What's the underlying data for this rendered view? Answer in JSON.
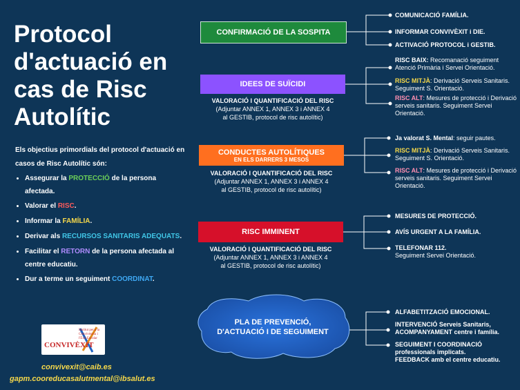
{
  "title": "Protocol d'actuació en cas de Risc Autolític",
  "objectives": {
    "intro": "Els objectius primordials del protocol d'actuació en casos de Risc Autolític són:",
    "items": [
      {
        "pre": "Assegurar la ",
        "hl": "PROTECCIÓ",
        "post": " de la persona",
        "line2": "afectada."
      },
      {
        "pre": "Valorar el ",
        "hl": "RISC",
        "post": ".",
        "line2": ""
      },
      {
        "pre": "Informar la ",
        "hl": "FAMÍLIA",
        "post": ".",
        "line2": ""
      },
      {
        "pre": "Derivar als ",
        "hl": "RECURSOS SANITARIS ADEQUATS",
        "post": ".",
        "line2": ""
      },
      {
        "pre": "Facilitar el ",
        "hl": "RETORN",
        "post": " de la persona afectada al",
        "line2": "centre educatiu."
      },
      {
        "pre": "Dur a terme  un seguiment ",
        "hl": "COORDINAT",
        "post": ".",
        "line2": ""
      }
    ]
  },
  "logo": {
    "word": "CONVIVÈXIT",
    "sub": "Institut per a la Convivència i l'Èxit Escolar"
  },
  "emails": [
    "convivexit@caib.es",
    "gapm.cooreducasalutmental@ibsalut.es"
  ],
  "valoracio": {
    "title": "VALORACIÓ I QUANTIFICACIÓ DEL RISC",
    "line1": "(Adjuntar ANNEX 1, ANNEX 3 i ANNEX 4",
    "line2": "al GESTIB, protocol de risc autolític)"
  },
  "sections": {
    "sospita": {
      "label": "CONFIRMACIÓ DE LA SOSPITA",
      "items": [
        "COMUNICACIÓ FAMÍLIA.",
        "INFORMAR CONVIVÈXIT i DIE.",
        "ACTIVACIÓ PROTOCOL i GESTIB."
      ]
    },
    "idees": {
      "label": "IDEES DE SUÏCIDI",
      "items": [
        {
          "key": "RISC BAIX:",
          "text": " Recomanació seguiment Atenció Primària i Servei Orientació."
        },
        {
          "key": "RISC MITJÀ",
          "text": ": Derivació Serveis Sanitaris. Seguiment  S. Orientació."
        },
        {
          "key": "RISC ALT",
          "text": ": Mesures de protecció i Derivació serveis sanitaris. Seguiment Servei Orientació."
        }
      ]
    },
    "conductes": {
      "label": "CONDUCTES AUTOLÍTIQUES",
      "sublabel": "EN ELS DARRERS 3 MESOS",
      "items": [
        {
          "key": "Ja valorat S. Mental",
          "text": ": seguir pautes."
        },
        {
          "key": "RISC MITJÀ",
          "text": ": Derivació Serveis Sanitaris. Seguiment S. Orientació."
        },
        {
          "key": "RISC ALT",
          "text": ": Mesures de protecció i Derivació serveis sanitaris. Seguiment Servei Orientació."
        }
      ]
    },
    "imminent": {
      "label": "RISC IMMINENT",
      "items": [
        "MESURES DE PROTECCIÓ.",
        "AVÍS URGENT A LA FAMÍLIA.",
        "TELEFONAR 112.",
        " Seguiment Servei Orientació."
      ]
    },
    "pla": {
      "label1": "PLA DE PREVENCIÓ,",
      "label2": "D'ACTUACIÓ I DE SEGUIMENT",
      "items": [
        "ALFABETITZACIÓ EMOCIONAL.",
        "INTERVENCIÓ Serveis Sanitaris, ACOMPANYAMENT  centre i  família.",
        "SEGUIMENT I COORDINACIÓ professionals implicats.",
        "FEEDBACK amb el centre educatiu."
      ]
    }
  },
  "colors": {
    "background": "#0e3557",
    "green": "#1e8a3c",
    "purple": "#8c52ff",
    "orange": "#ff6f1f",
    "red": "#d6102a",
    "bubble": "#1f63c4",
    "accent_yellow": "#f6d84a",
    "accent_pink": "#ff8fb1"
  }
}
